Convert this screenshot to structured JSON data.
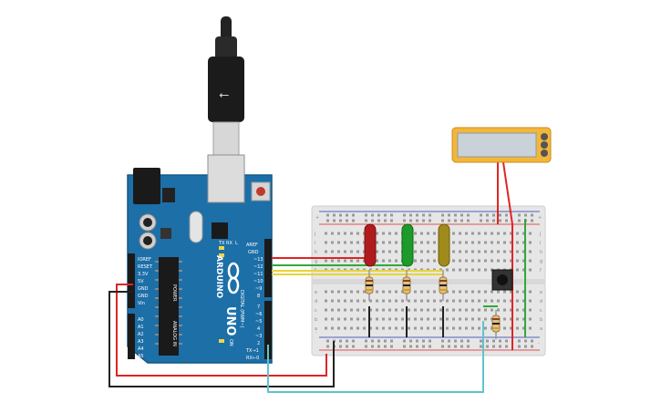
{
  "board": {
    "brand": "ARDUINO",
    "model": "UNO",
    "power_label": "POWER",
    "analog_label": "ANALOG IN",
    "digital_label": "DIGITAL (PWM~)",
    "on_label": "ON",
    "tx_label": "TX",
    "rx_label": "RX",
    "l_label": "L",
    "power_pins": [
      "IOREF",
      "RESET",
      "3.3V",
      "5V",
      "GND",
      "GND",
      "Vin"
    ],
    "analog_pins": [
      "A0",
      "A1",
      "A2",
      "A3",
      "A4",
      "A5"
    ],
    "digital_pins_top": [
      "AREF",
      "GND",
      "~13",
      "~12",
      "~11",
      "~10",
      "~9",
      "8"
    ],
    "digital_pins_bottom": [
      "7",
      "~6",
      "~5",
      "4",
      "~3",
      "2",
      "TX→1",
      "RX←0"
    ]
  },
  "breadboard": {
    "row_letters_top": [
      "j",
      "i",
      "h",
      "g",
      "f"
    ],
    "row_letters_bottom": [
      "e",
      "d",
      "c",
      "b",
      "a"
    ],
    "plus": "+",
    "minus": "-"
  },
  "leds": [
    {
      "color": "red",
      "fill": "#b01c1c",
      "stroke": "#7a1010"
    },
    {
      "color": "green",
      "fill": "#1e9a2a",
      "stroke": "#0f6b18"
    },
    {
      "color": "yellow",
      "fill": "#a08a1a",
      "stroke": "#6e5f10"
    }
  ],
  "wires": {
    "red": "#e02424",
    "green": "#2eaa3a",
    "yellow": "#e8d43a",
    "black": "#222222",
    "cyan": "#5fc4cc"
  },
  "colors": {
    "board": "#1d6fa8",
    "board_dark": "#155886",
    "breadboard": "#e6e6e6",
    "lcd_frame": "#f3b63a",
    "lcd_screen": "#c8d2d8"
  }
}
